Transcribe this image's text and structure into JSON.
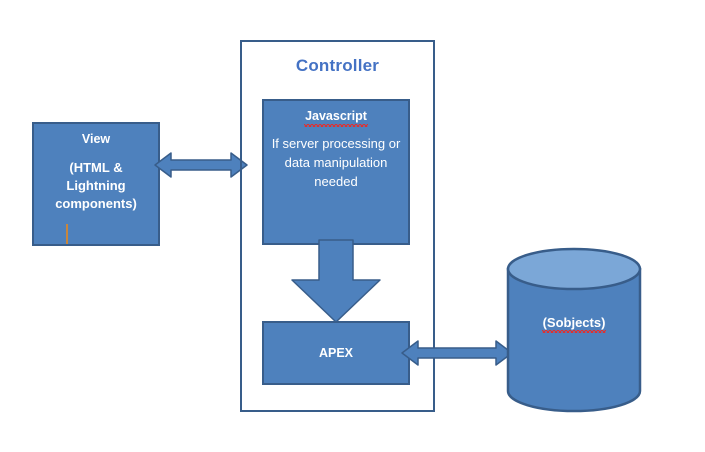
{
  "diagram": {
    "title": "Salesforce Lightning MVC architecture diagram",
    "colors": {
      "shape_fill": "#4E81BD",
      "shape_border": "#385D8A",
      "cylinder_top_fill": "#7BA7D7",
      "arrow_fill": "#4E81BD",
      "arrow_border": "#385D8A",
      "controller_title_color": "#4472C4",
      "caret_color": "#C8863C",
      "spellcheck_underline": "#E03030",
      "background": "#FFFFFF",
      "shape_text": "#FFFFFF"
    },
    "nodes": {
      "view": {
        "heading": "View",
        "subtext": "(HTML & Lightning components)"
      },
      "controller": {
        "title": "Controller"
      },
      "javascript": {
        "heading": "Javascript",
        "body": "If server processing or data manipulation needed"
      },
      "apex": {
        "heading": "APEX"
      },
      "database": {
        "label": "(Sobjects)"
      }
    },
    "connectors": [
      {
        "name": "view-to-controller",
        "from": "View",
        "to": "Controller",
        "style": "double-headed block arrow",
        "direction": "horizontal"
      },
      {
        "name": "javascript-to-apex",
        "from": "Javascript",
        "to": "APEX",
        "style": "single-headed block arrow",
        "direction": "down"
      },
      {
        "name": "apex-to-database",
        "from": "APEX",
        "to": "(Sobjects)",
        "style": "double-headed block arrow",
        "direction": "horizontal"
      }
    ],
    "annotations": {
      "text_caret": "text insertion caret inside View box",
      "spellcheck_words": [
        "Javascript",
        "Sobjects"
      ]
    }
  }
}
